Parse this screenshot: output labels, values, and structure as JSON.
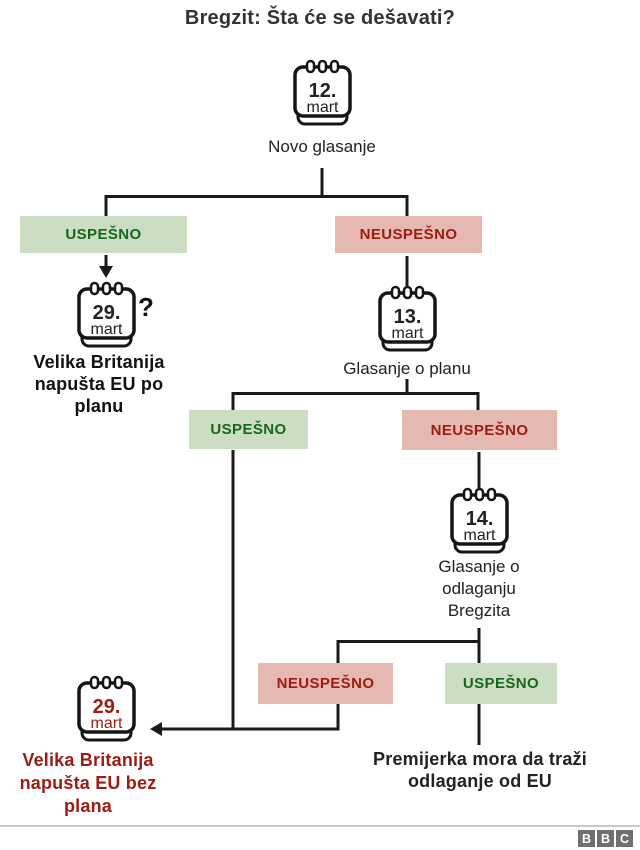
{
  "title": "Bregzit: Šta će se dešavati?",
  "colors": {
    "success-bg": "#cbdec3",
    "success-text": "#17661b",
    "fail-bg": "#e5b8b1",
    "fail-text": "#9e1b11",
    "line": "#1a1a1a",
    "title-text": "#333333",
    "body-text": "#222222",
    "result-red": "#9e1b11",
    "logo-bg": "#6f6f6f",
    "divider": "#c9c9c9"
  },
  "flow": {
    "step1": {
      "calendar": {
        "day": "12.",
        "month": "mart"
      },
      "label": "Novo glasanje"
    },
    "level1": {
      "success": {
        "badge": "USPEŠNO",
        "calendar": {
          "day": "29.",
          "month": "mart"
        },
        "question_mark": "?",
        "result": "Velika Britanija\nnapušta EU po\nplanu"
      },
      "fail": {
        "badge": "NEUSPEŠNO",
        "calendar": {
          "day": "13.",
          "month": "mart"
        },
        "label": "Glasanje o planu"
      }
    },
    "level2": {
      "success": {
        "badge": "USPEŠNO"
      },
      "fail": {
        "badge": "NEUSPEŠNO",
        "calendar": {
          "day": "14.",
          "month": "mart"
        },
        "label": "Glasanje o\nodlaganju\nBregzita"
      }
    },
    "level3": {
      "fail": {
        "badge": "NEUSPEŠNO",
        "calendar": {
          "day": "29.",
          "month": "mart"
        },
        "result": "Velika Britanija\nnapušta EU bez\nplana"
      },
      "success": {
        "badge": "USPEŠNO",
        "result": "Premijerka mora da traži\nodlaganje od EU"
      }
    }
  },
  "footer": {
    "logo": [
      "B",
      "B",
      "C"
    ]
  }
}
